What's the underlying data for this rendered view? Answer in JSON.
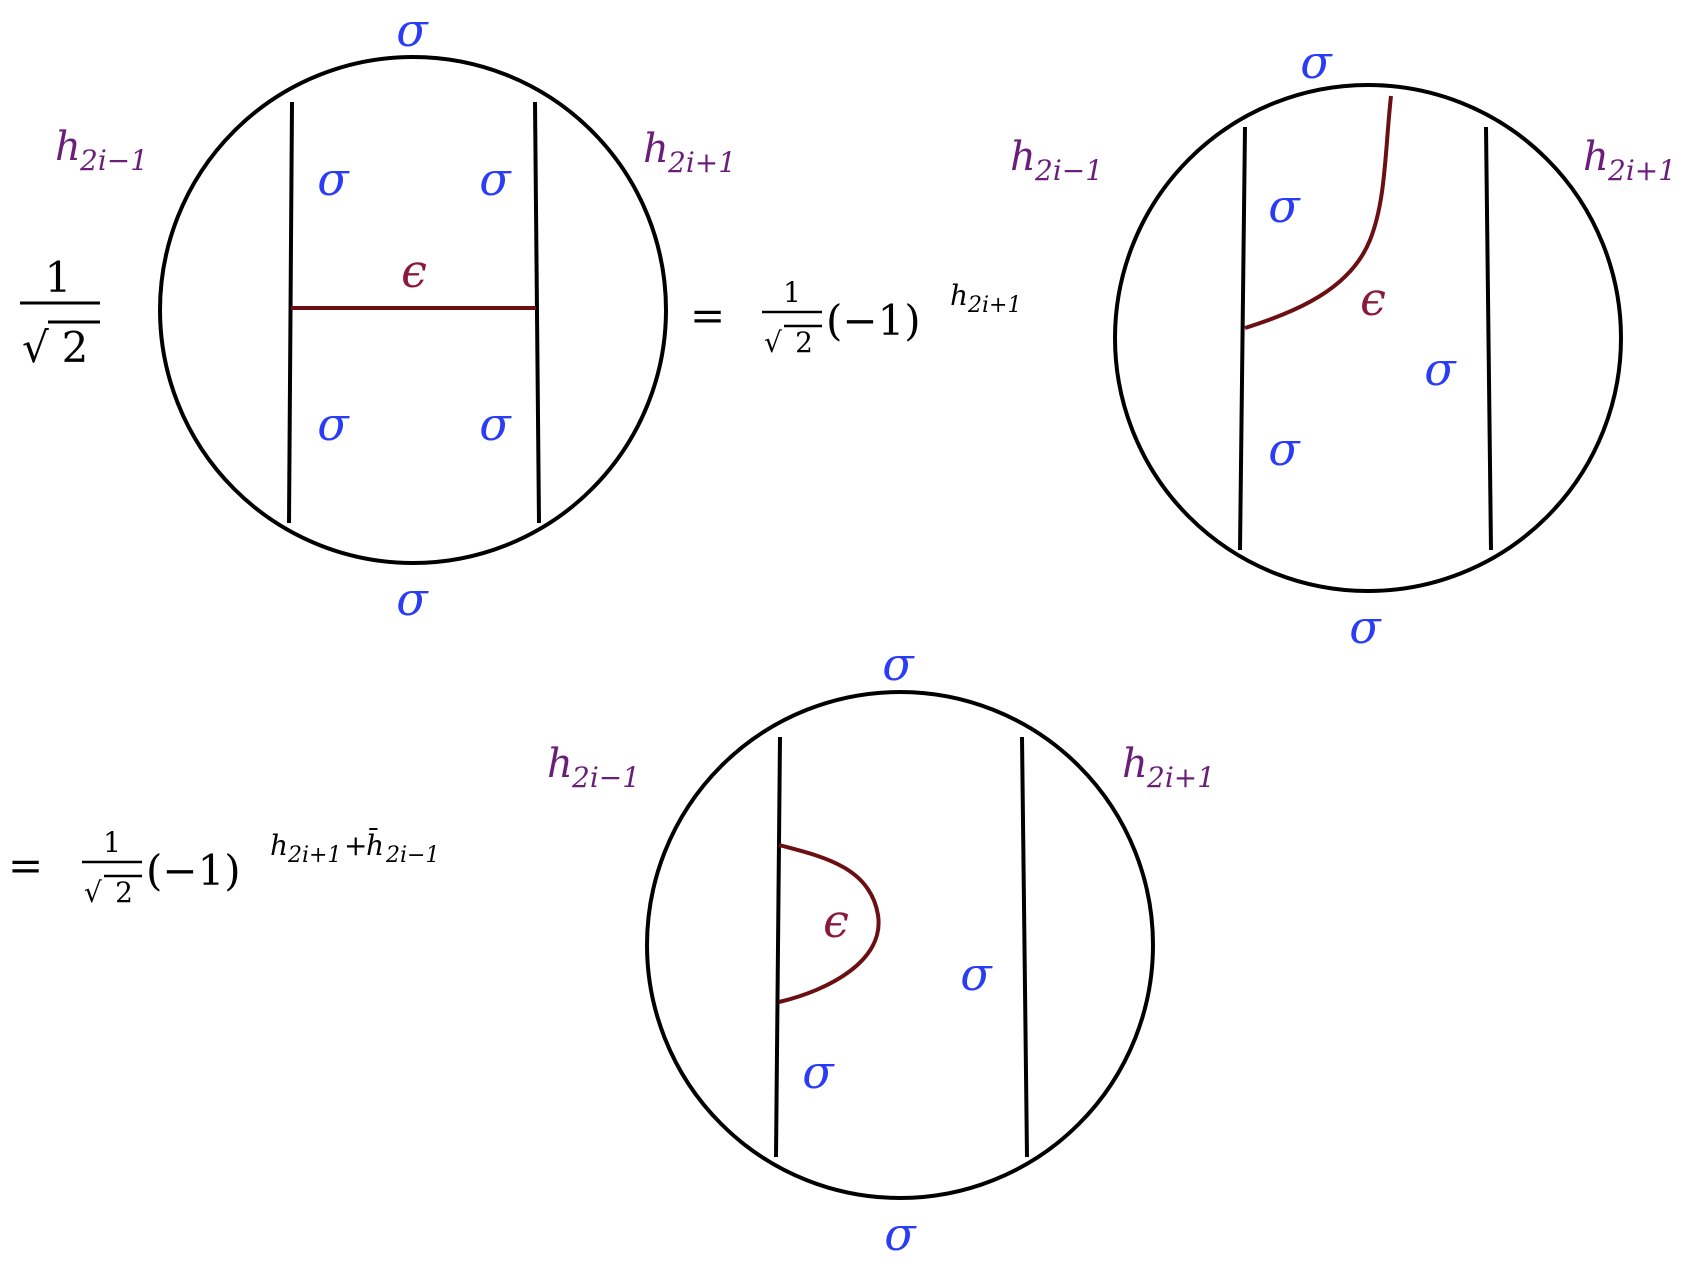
{
  "colors": {
    "line": "#000000",
    "defect": "#6b0f12",
    "sigma": "#2a3df5",
    "epsilon": "#8b1a3a",
    "hlabel": "#6a1e7a"
  },
  "symbols": {
    "sigma": "σ",
    "epsilon": "ϵ",
    "equals": "=",
    "one": "1",
    "two": "2",
    "sqrt": "√",
    "minus_one": "(−1)",
    "h": "h",
    "hbar": "h̄",
    "plus": "+"
  },
  "labels": {
    "left_sub": "2i−1",
    "right_sub": "2i+1",
    "exp1": "2i+1",
    "exp2_part1": "2i+1",
    "exp2_part2": "2i−1"
  }
}
